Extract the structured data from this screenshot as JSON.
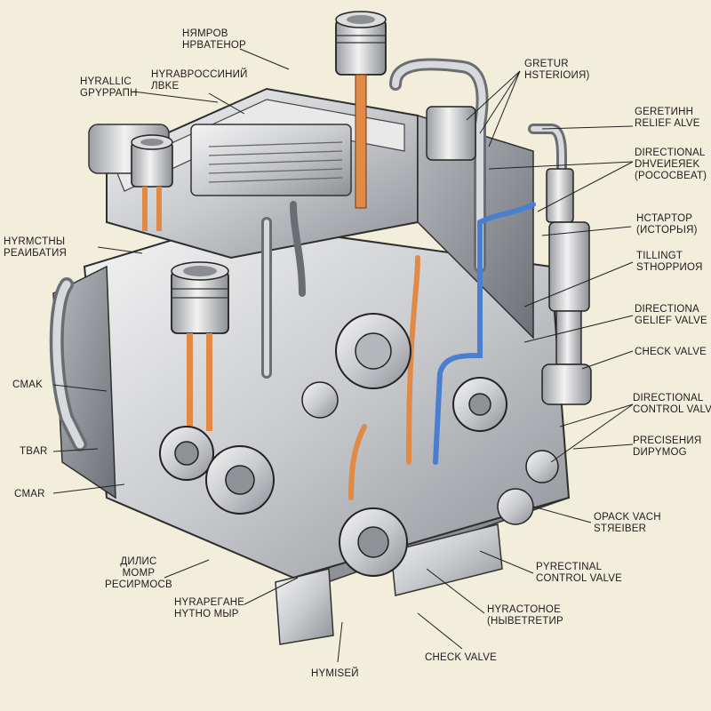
{
  "labels": {
    "top_center": [
      "HЯMPOB",
      "HPBATEHOP"
    ],
    "hyrallic": [
      "HYRALLIC",
      "GPYPPAПH"
    ],
    "hyrabrossiny": [
      "HYRABPOCCИHИЙ",
      "ЛBKE"
    ],
    "gretur": [
      "GRETUR",
      "HSTERIOИЯ)"
    ],
    "geretinn": [
      "GEREТИНН",
      "RELIEF ALVE"
    ],
    "directional_1": [
      "DIRECTIONAL",
      "DHVEИEЯEK",
      "(POCOCBEAT)"
    ],
    "hyramctny": [
      "HYRMCTHЫ",
      "PEAИБATИЯ"
    ],
    "hctaptop": [
      "HCTAPTOP",
      "(ИCTOPЬIЯ)"
    ],
    "tillingt": [
      "TILLINGT",
      "STHOPPИOЯ"
    ],
    "directiona_2": [
      "DIRECTIONA",
      "GELIEF VALVE"
    ],
    "check_valve_1": [
      "CHECK VALVE"
    ],
    "cmak": [
      "CMAK"
    ],
    "directional_3": [
      "DIRECTIONAL",
      "CONTROL VALVE"
    ],
    "tbar": [
      "TBAR"
    ],
    "precisenia": [
      "PRECISEHИЯ",
      "DИPYMOG"
    ],
    "cmar": [
      "CMAR"
    ],
    "opack_vach": [
      "OPACK VACH",
      "STЯEIBER"
    ],
    "dilinic": [
      "ДИЛИС",
      "MOMP",
      "PECИPMOCB"
    ],
    "pyrectinal": [
      "PYRECTINAL",
      "CONTROL VALVE"
    ],
    "hyrapegane": [
      "HYRAPEГAНE",
      "HYTHO MЫP"
    ],
    "hyractohoe": [
      "HYRACTOHOE",
      "(HЫBETRETИP"
    ],
    "check_valve_2": [
      "CHECK VALVE"
    ],
    "hymiseй": [
      "HYMISEЙ"
    ]
  }
}
